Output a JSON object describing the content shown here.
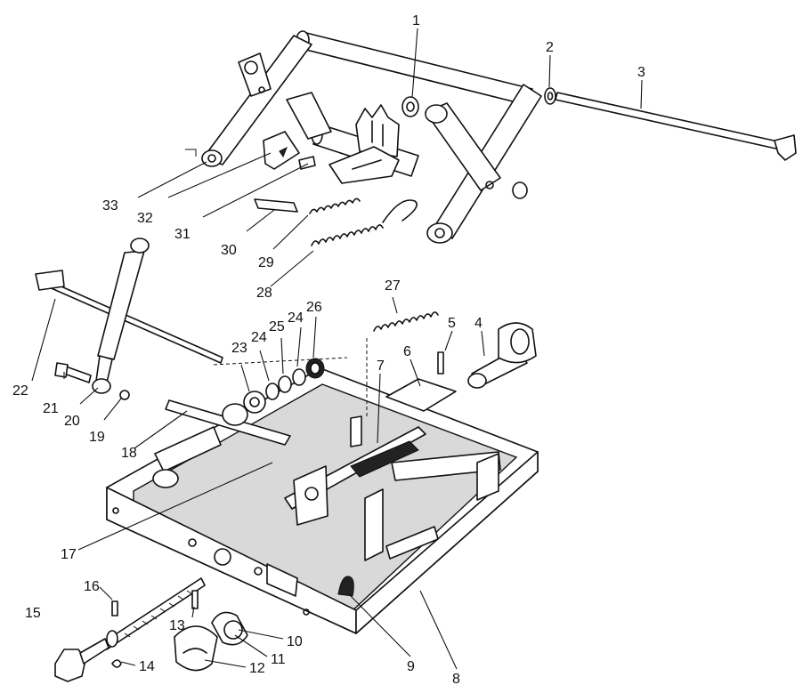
{
  "callouts": [
    {
      "id": "1",
      "label": "1"
    },
    {
      "id": "2",
      "label": "2"
    },
    {
      "id": "3",
      "label": "3"
    },
    {
      "id": "4",
      "label": "4"
    },
    {
      "id": "5",
      "label": "5"
    },
    {
      "id": "6",
      "label": "6"
    },
    {
      "id": "7",
      "label": "7"
    },
    {
      "id": "8",
      "label": "8"
    },
    {
      "id": "9",
      "label": "9"
    },
    {
      "id": "10",
      "label": "10"
    },
    {
      "id": "11",
      "label": "11"
    },
    {
      "id": "12",
      "label": "12"
    },
    {
      "id": "13",
      "label": "13"
    },
    {
      "id": "14",
      "label": "14"
    },
    {
      "id": "15",
      "label": "15"
    },
    {
      "id": "16",
      "label": "16"
    },
    {
      "id": "17",
      "label": "17"
    },
    {
      "id": "18",
      "label": "18"
    },
    {
      "id": "19",
      "label": "19"
    },
    {
      "id": "20",
      "label": "20"
    },
    {
      "id": "21",
      "label": "21"
    },
    {
      "id": "22",
      "label": "22"
    },
    {
      "id": "23",
      "label": "23"
    },
    {
      "id": "24a",
      "label": "24"
    },
    {
      "id": "24b",
      "label": "24"
    },
    {
      "id": "25",
      "label": "25"
    },
    {
      "id": "26",
      "label": "26"
    },
    {
      "id": "27",
      "label": "27"
    },
    {
      "id": "28",
      "label": "28"
    },
    {
      "id": "29",
      "label": "29"
    },
    {
      "id": "30",
      "label": "30"
    },
    {
      "id": "31",
      "label": "31"
    },
    {
      "id": "32",
      "label": "32"
    },
    {
      "id": "33",
      "label": "33"
    }
  ]
}
